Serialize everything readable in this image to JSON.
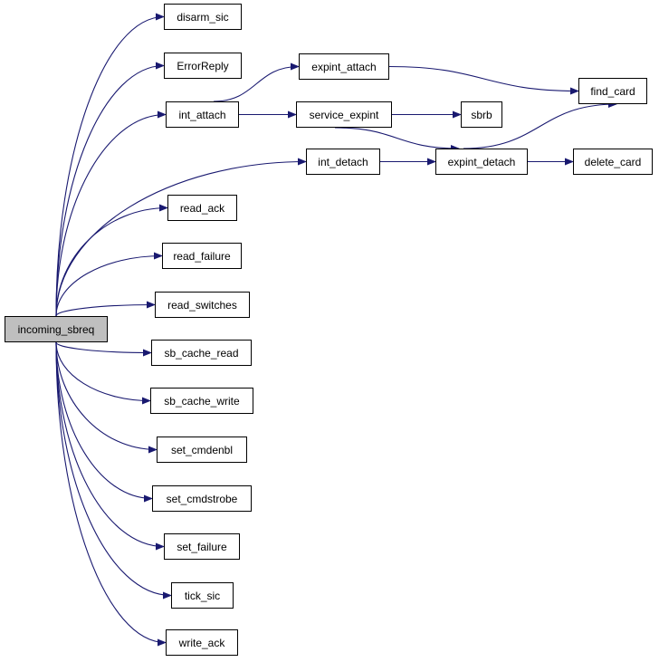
{
  "diagram": {
    "colors": {
      "edge": "#191970",
      "node_border": "#000000",
      "node_fill": "#ffffff",
      "root_fill": "#bfbfbf"
    },
    "nodes": {
      "incoming_sbreq": "incoming_sbreq",
      "disarm_sic": "disarm_sic",
      "ErrorReply": "ErrorReply",
      "int_attach": "int_attach",
      "int_detach": "int_detach",
      "read_ack": "read_ack",
      "read_failure": "read_failure",
      "read_switches": "read_switches",
      "sb_cache_read": "sb_cache_read",
      "sb_cache_write": "sb_cache_write",
      "set_cmdenbl": "set_cmdenbl",
      "set_cmdstrobe": "set_cmdstrobe",
      "set_failure": "set_failure",
      "tick_sic": "tick_sic",
      "write_ack": "write_ack",
      "expint_attach": "expint_attach",
      "service_expint": "service_expint",
      "find_card": "find_card",
      "sbrb": "sbrb",
      "expint_detach": "expint_detach",
      "delete_card": "delete_card"
    },
    "edges": [
      [
        "incoming_sbreq",
        "disarm_sic"
      ],
      [
        "incoming_sbreq",
        "ErrorReply"
      ],
      [
        "incoming_sbreq",
        "int_attach"
      ],
      [
        "incoming_sbreq",
        "int_detach"
      ],
      [
        "incoming_sbreq",
        "read_ack"
      ],
      [
        "incoming_sbreq",
        "read_failure"
      ],
      [
        "incoming_sbreq",
        "read_switches"
      ],
      [
        "incoming_sbreq",
        "sb_cache_read"
      ],
      [
        "incoming_sbreq",
        "sb_cache_write"
      ],
      [
        "incoming_sbreq",
        "set_cmdenbl"
      ],
      [
        "incoming_sbreq",
        "set_cmdstrobe"
      ],
      [
        "incoming_sbreq",
        "set_failure"
      ],
      [
        "incoming_sbreq",
        "tick_sic"
      ],
      [
        "incoming_sbreq",
        "write_ack"
      ],
      [
        "int_attach",
        "expint_attach"
      ],
      [
        "int_attach",
        "service_expint"
      ],
      [
        "expint_attach",
        "find_card"
      ],
      [
        "service_expint",
        "sbrb"
      ],
      [
        "service_expint",
        "expint_detach"
      ],
      [
        "int_detach",
        "expint_detach"
      ],
      [
        "expint_detach",
        "find_card"
      ],
      [
        "expint_detach",
        "delete_card"
      ]
    ]
  }
}
